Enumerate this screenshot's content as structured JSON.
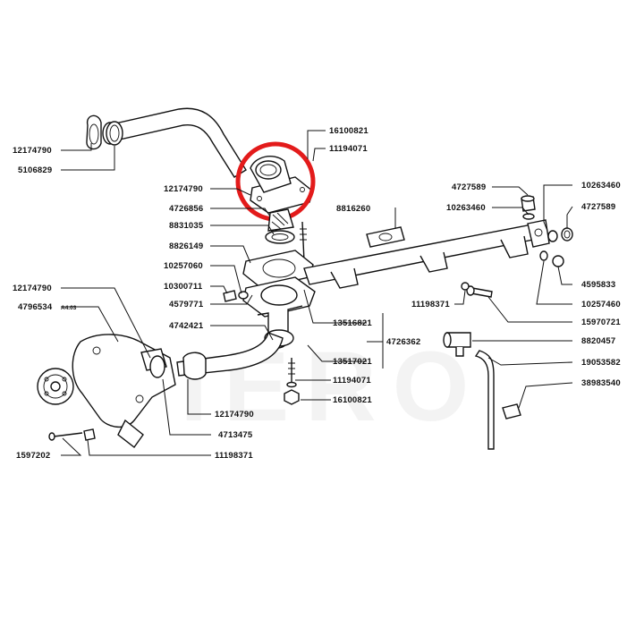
{
  "diagram": {
    "section_tag": "A4.03",
    "highlight_color": "#e31b1b",
    "ink_color": "#111111",
    "watermark_text": "PIERO",
    "part_numbers": {
      "p12174790_top": "12174790",
      "p5106829": "5106829",
      "p12174790_mid": "12174790",
      "p4726856": "4726856",
      "p8831035": "8831035",
      "p8826149": "8826149",
      "p10257060": "10257060",
      "p10300711": "10300711",
      "p4579771": "4579771",
      "p4742421": "4742421",
      "p12174790_left": "12174790",
      "p4796534": "4796534",
      "p16100821_top": "16100821",
      "p11194071_top": "11194071",
      "p8816260": "8816260",
      "p4727589_a": "4727589",
      "p10263460_a": "10263460",
      "p10263460_b": "10263460",
      "p4727589_b": "4727589",
      "p4595833": "4595833",
      "p10257460": "10257460",
      "p15970721": "15970721",
      "p11198371_mid": "11198371",
      "p13516821": "13516821",
      "p4726362": "4726362",
      "p13517021": "13517021",
      "p11194071_bot": "11194071",
      "p16100821_bot": "16100821",
      "p8820457": "8820457",
      "p19053582": "19053582",
      "p38983540": "38983540",
      "p12174790_bot": "12174790",
      "p4713475": "4713475",
      "p1597202": "1597202",
      "p11198371_bot": "11198371"
    }
  }
}
